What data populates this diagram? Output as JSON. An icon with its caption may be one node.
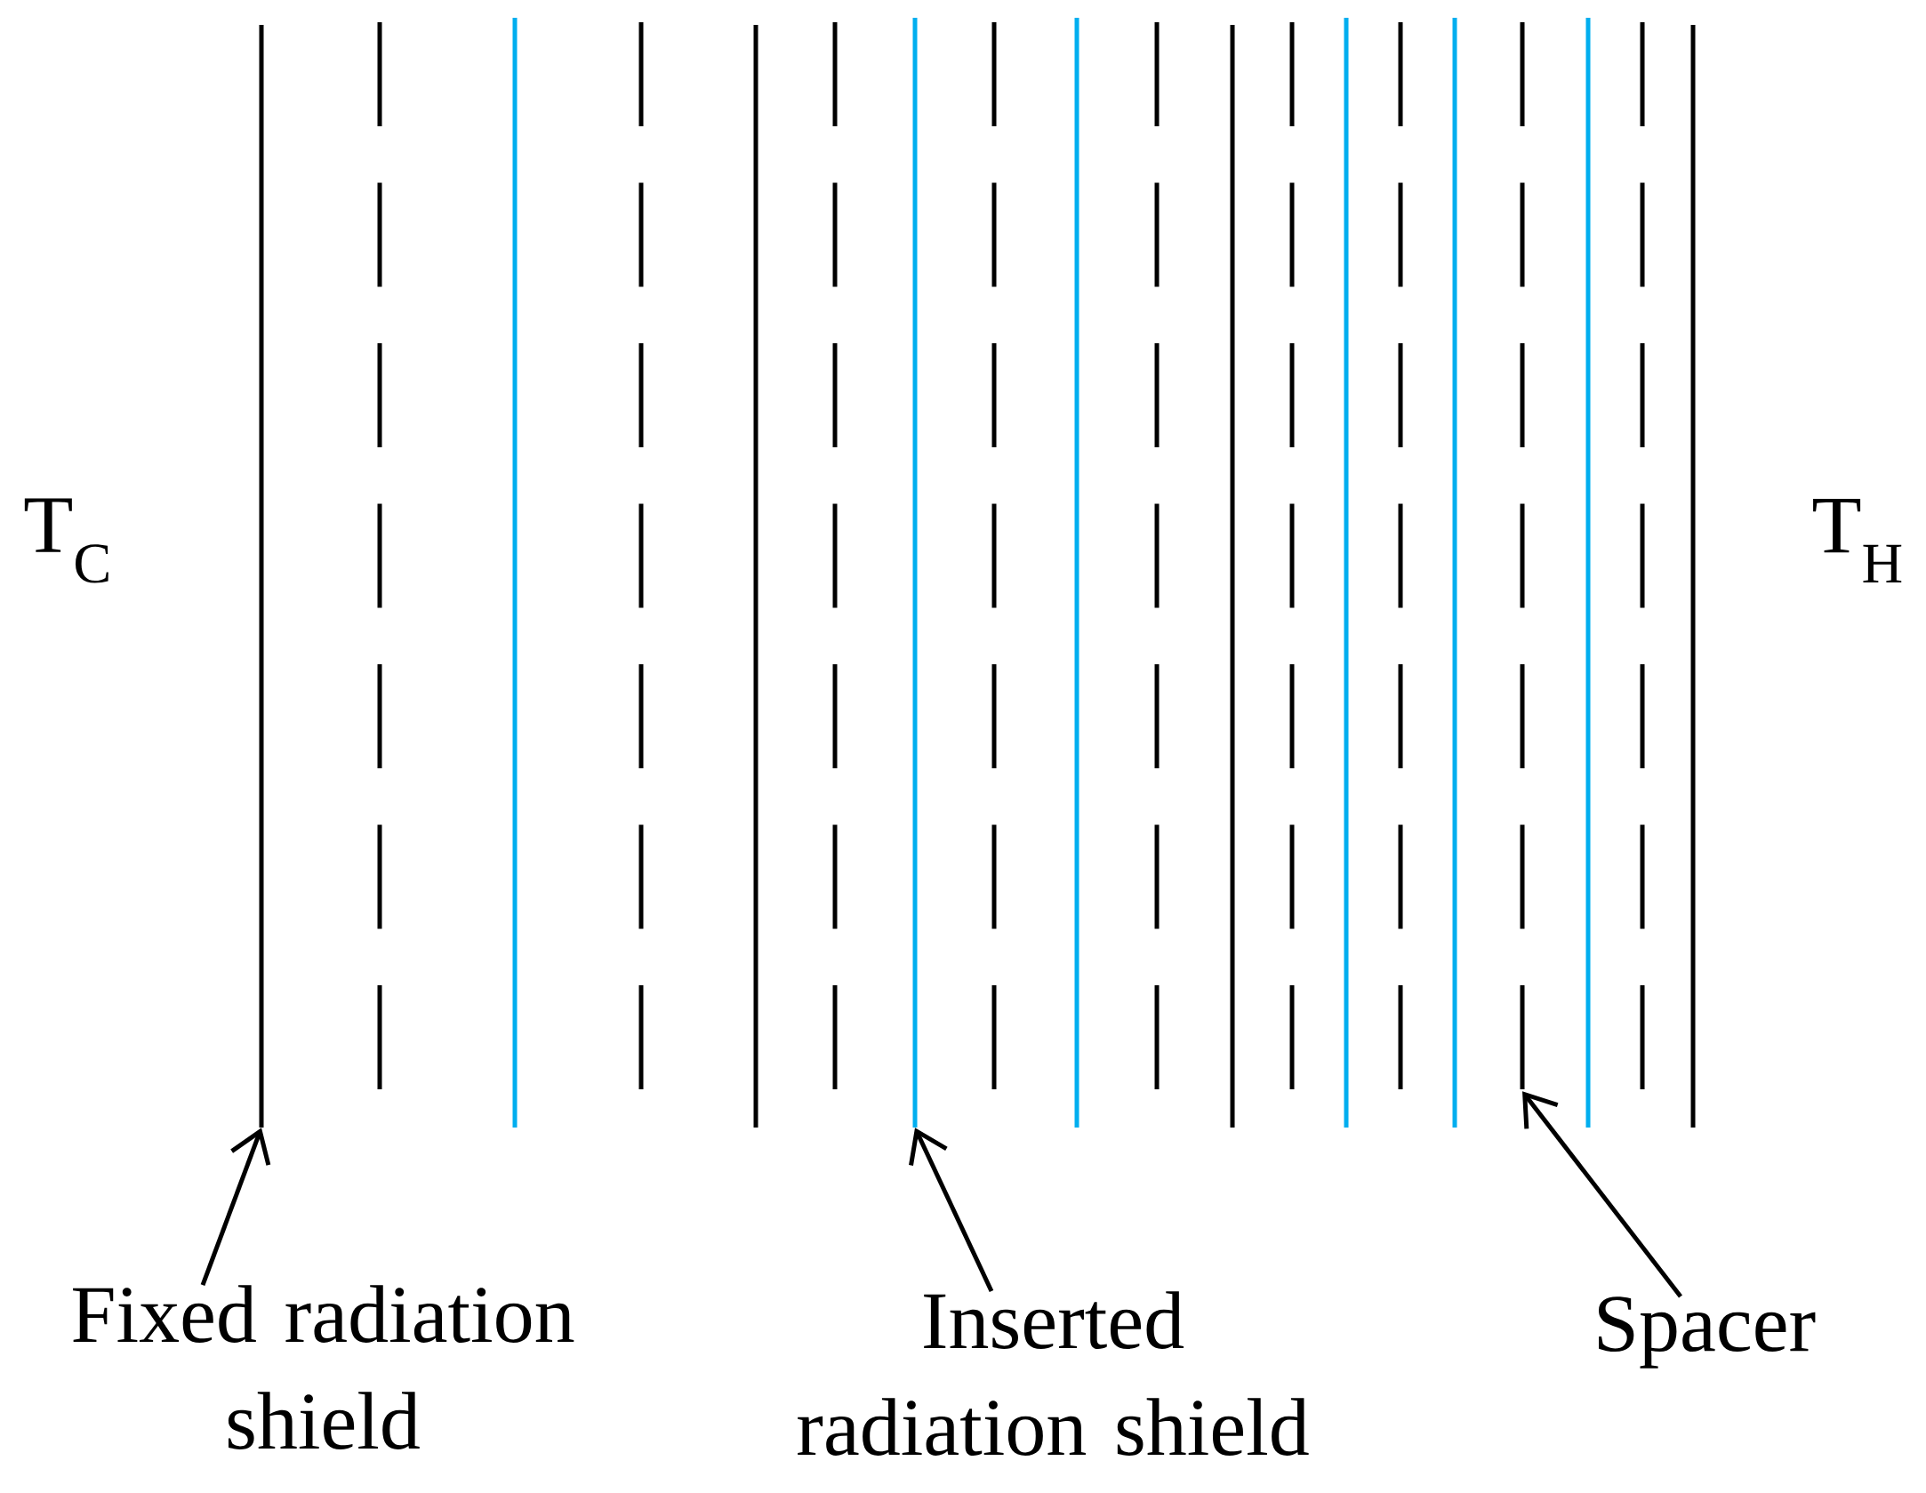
{
  "diagram": {
    "nodes": [
      {
        "text": [
          "Fixed radiation shield"
        ]
      },
      {
        "text": [],
        "shape": "line"
      },
      {
        "text": [
          "Inserted radiation shield"
        ]
      },
      {
        "text": [],
        "shape": "line"
      },
      {
        "text": [
          "Spacer"
        ]
      },
      {
        "text": [],
        "shape": "line"
      }
    ],
    "edges": [
      {
        "from": 0,
        "to": 1,
        "arrow": "to"
      },
      {
        "from": 2,
        "to": 3,
        "arrow": "to"
      },
      {
        "from": 4,
        "to": 5,
        "arrow": "to"
      }
    ],
    "labels": [
      "T$_{C}$",
      "T$_{H}$"
    ]
  }
}
